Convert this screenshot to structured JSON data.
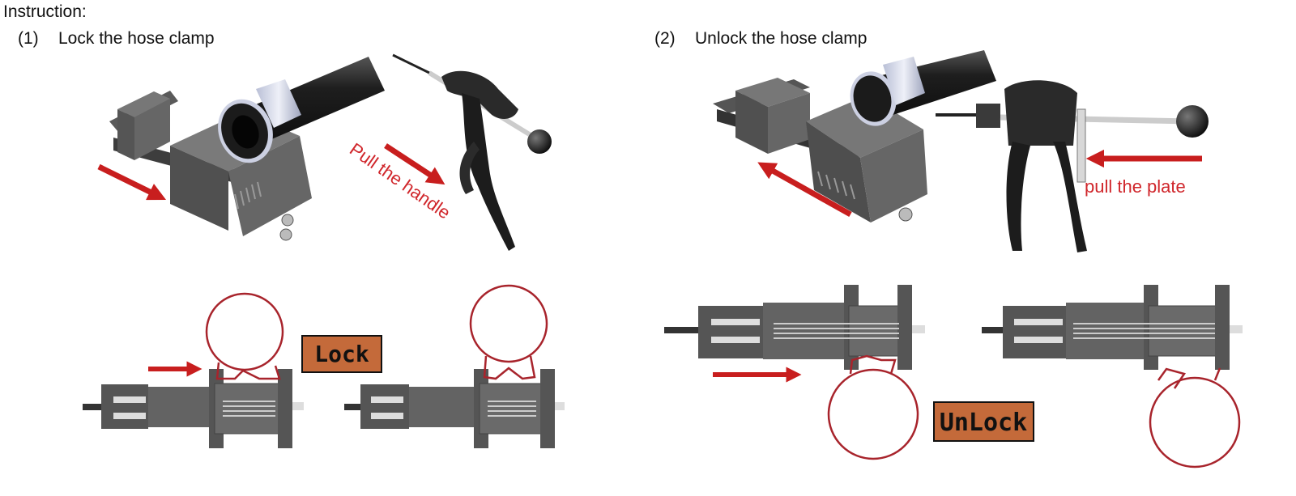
{
  "title": "Instruction:",
  "steps": [
    {
      "number": "(1)",
      "label": "Lock the hose clamp"
    },
    {
      "number": "(2)",
      "label": "Unlock the hose clamp"
    }
  ],
  "callouts": {
    "pull_handle": "Pull the handle",
    "pull_plate": "pull the plate"
  },
  "badges": {
    "lock": "Lock",
    "unlock": "UnLock"
  },
  "colors": {
    "accent_red": "#c81e1e",
    "clamp_ring": "#a8242c",
    "badge_fill": "#c46a3a",
    "tool_dark": "#4a4a4a",
    "hose_dark": "#1f1f1f"
  }
}
